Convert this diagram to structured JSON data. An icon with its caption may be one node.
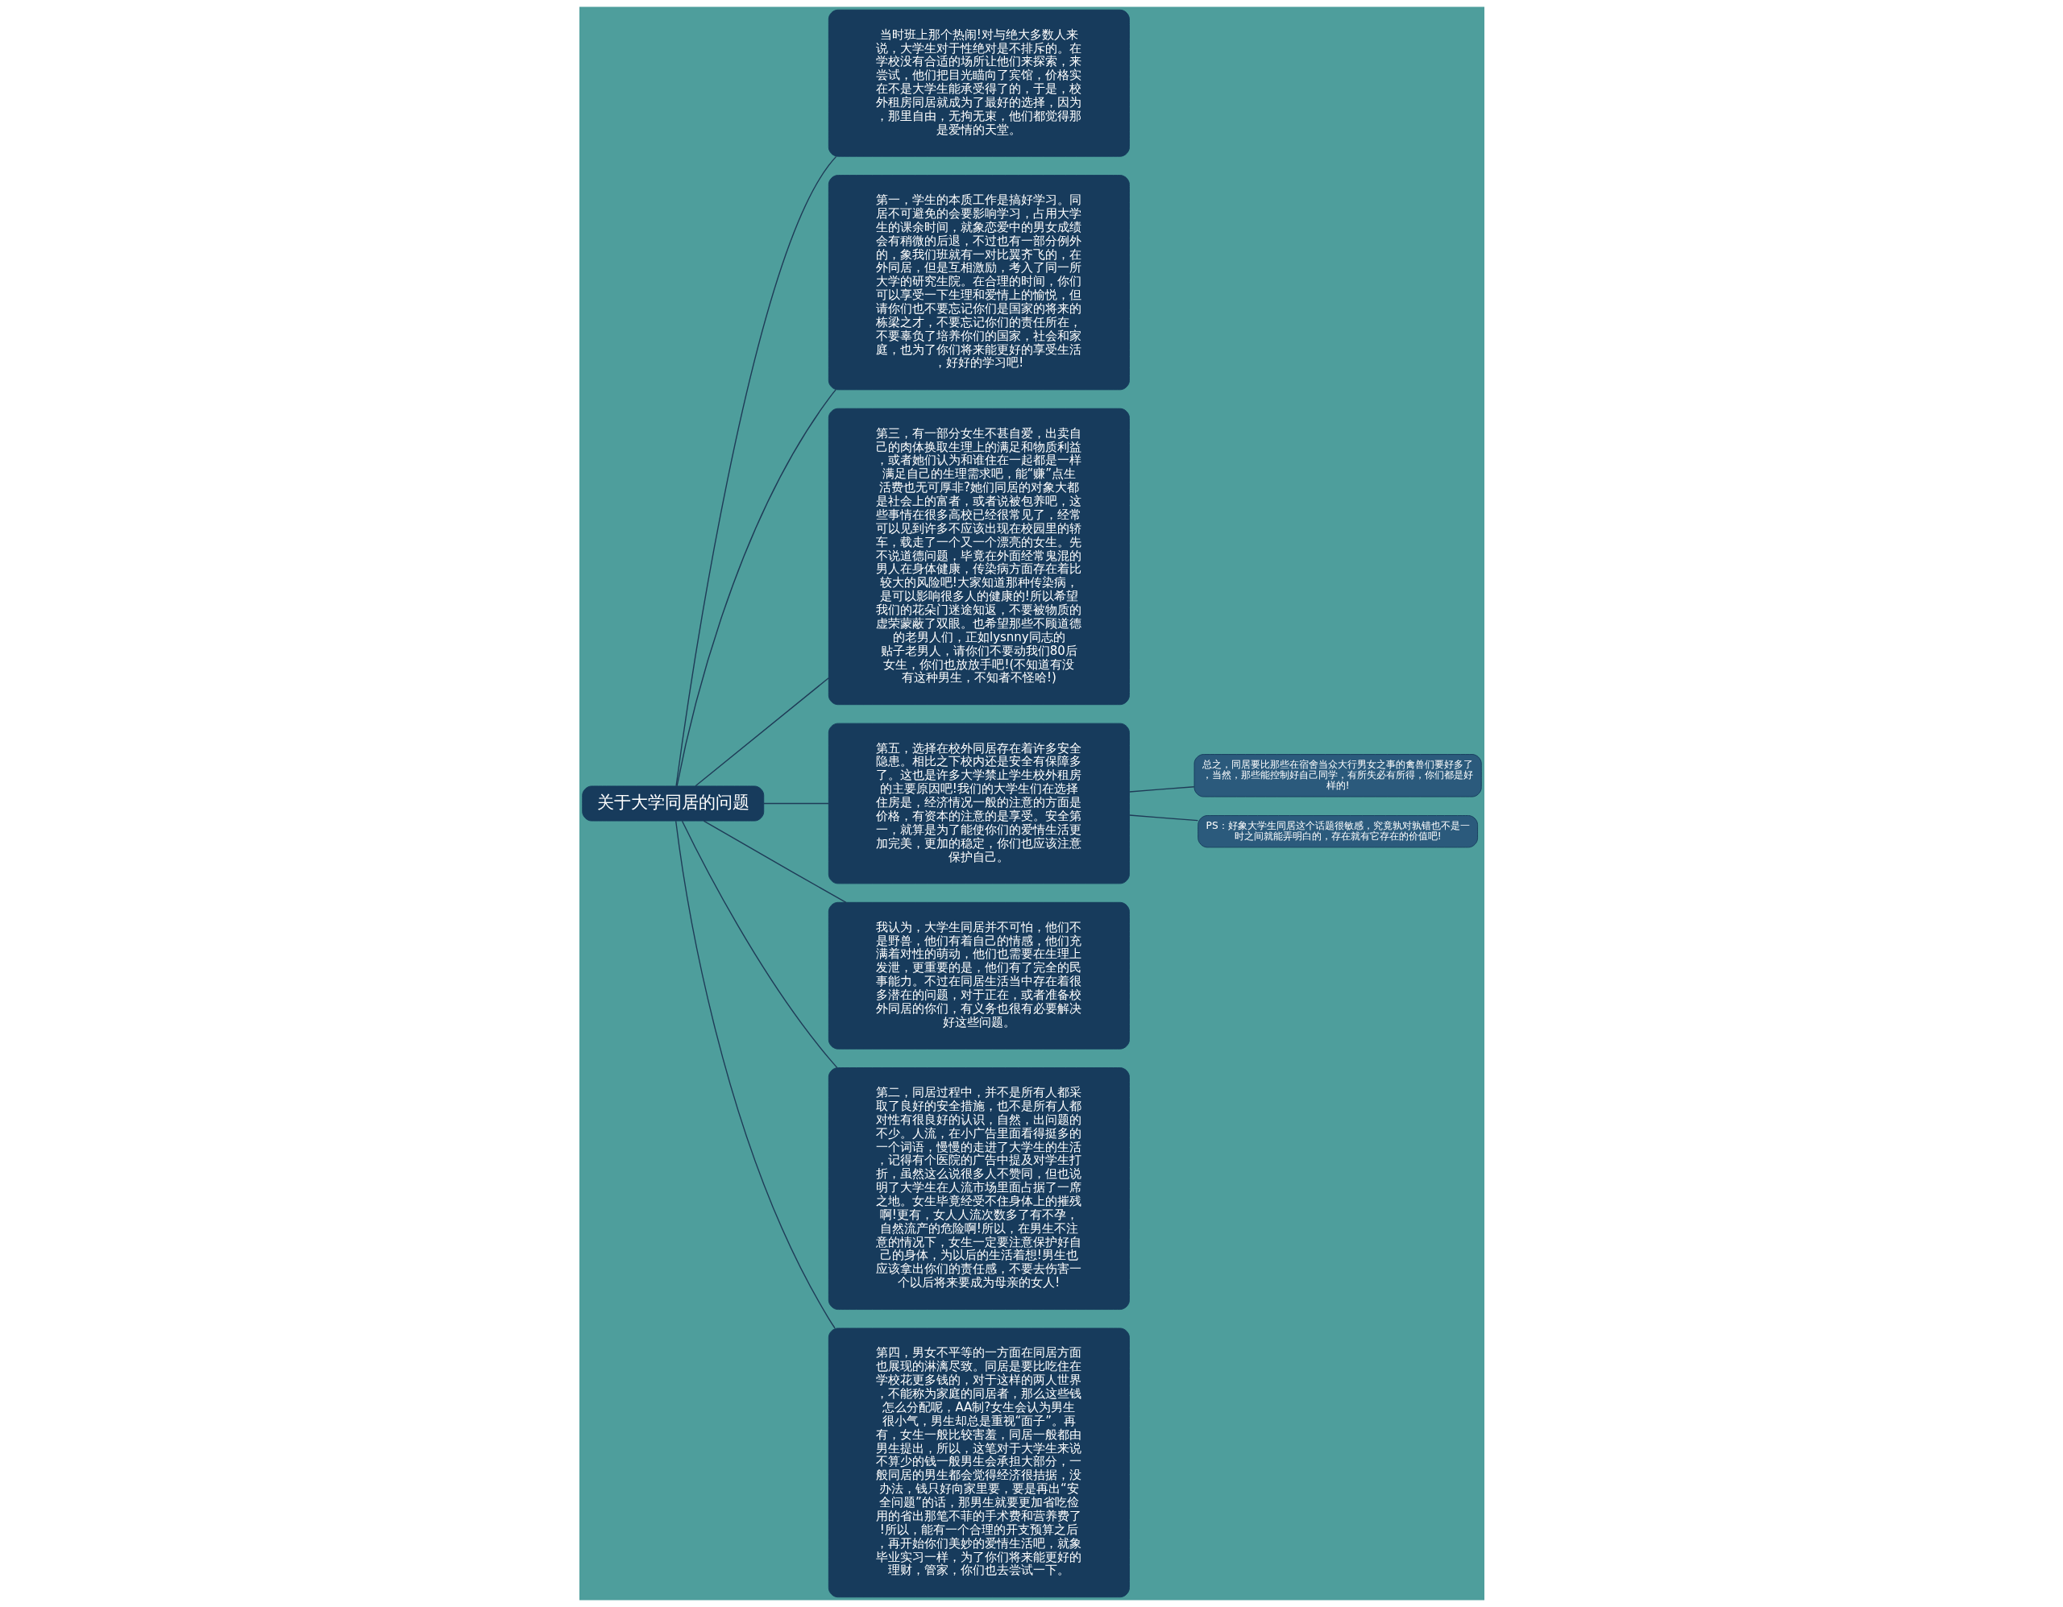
{
  "diagram": {
    "nodes": [
      {
        "text": [
          "关于大学同居的问题"
        ]
      },
      {
        "text": [
          "当时班上那个热闹!对与绝大多数人来说，大学生对于性绝对是不排斥的。在学校没有合适的场所让他们来探索，来尝试，他们把目光瞄向了宾馆，价格实在不是大学生能承受得了的，于是，校外租房同居就成为了最好的选择，因为，那里自由，无拘无束，他们都觉得那是爱情的天堂。"
        ]
      },
      {
        "text": [
          "第一，学生的本质工作是搞好学习。同居不可避免的会要影响学习，占用大学生的课余时间，就象恋爱中的男女成绩会有稍微的后退，不过也有一部分例外的，象我们班就有一对比翼齐飞的，在外同居，但是互相激励，考入了同一所大学的研究生院。在合理的时间，你们可以享受一下生理和爱情上的愉悦，但请你们也不要忘记你们是国家的将来的栋梁之才，不要忘记你们的责任所在，不要辜负了培养你们的国家，社会和家庭，也为了你们将来能更好的享受生活，好好的学习吧!"
        ]
      },
      {
        "text": [
          "第三，有一部分女生不甚自爱，出卖自己的肉体换取生理上的满足和物质利益，或者她们认为和谁住在一起都是一样满足自己的生理需求吧，能“赚”点生活费也无可厚非?她们同居的对象大都是社会上的富者，或者说被包养吧，这些事情在很多高校已经很常见了，经常可以见到许多不应该出现在校园里的轿车，载走了一个又一个漂亮的女生。先不说道德问题，毕竟在外面经常鬼混的男人在身体健康，传染病方面存在着比较大的风险吧!大家知道那种传染病，是可以影响很多人的健康的!所以希望我们的花朵门迷途知返，不要被物质的虚荣蒙蔽了双眼。也希望那些不顾道德的老男人们，正如lysnny同志的贴子老男人，请你们不要动我们80后女生，你们也放放手吧!(不知道有没有这种男生，不知者不怪哈!)"
        ]
      },
      {
        "text": [
          "第五，选择在校外同居存在着许多安全隐患。相比之下校内还是安全有保障多了。这也是许多大学禁止学生校外租房的主要原因吧!我们的大学生们在选择住房是，经济情况一般的注意的方面是价格，有资本的注意的是享受。安全第一，就算是为了能使你们的爱情生活更加完美，更加的稳定，你们也应该注意保护自己。"
        ]
      },
      {
        "text": [
          "总之，同居要比那些在宿舍当众大行男女之事的禽兽们要好多了，当然，那些能控制好自己同学，有所失必有所得，你们都是好样的!"
        ]
      },
      {
        "text": [
          "PS：好象大学生同居这个话题很敏感，究竟孰对孰错也不是一时之间就能弄明白的，存在就有它存在的价值吧!"
        ]
      },
      {
        "text": [
          "我认为，大学生同居并不可怕，他们不是野兽，他们有着自己的情感，他们充满着对性的萌动，他们也需要在生理上发泄，更重要的是，他们有了完全的民事能力。不过在同居生活当中存在着很多潜在的问题，对于正在，或者准备校外同居的你们，有义务也很有必要解决好这些问题。"
        ]
      },
      {
        "text": [
          "第二，同居过程中，并不是所有人都采取了良好的安全措施，也不是所有人都对性有很良好的认识，自然，出问题的不少。人流，在小广告里面看得挺多的一个词语，慢慢的走进了大学生的生活，记得有个医院的广告中提及对学生打折，虽然这么说很多人不赞同，但也说明了大学生在人流市场里面占据了一席之地。女生毕竟经受不住身体上的摧残啊!更有，女人人流次数多了有不孕，自然流产的危险啊!所以，在男生不注意的情况下，女生一定要注意保护好自己的身体，为以后的生活着想!男生也应该拿出你们的责任感，不要去伤害一个以后将来要成为母亲的女人!"
        ]
      },
      {
        "text": [
          "第四，男女不平等的一方面在同居方面也展现的淋漓尽致。同居是要比吃住在学校花更多钱的，对于这样的两人世界，不能称为家庭的同居者，那么这些钱怎么分配呢，AA制?女生会认为男生很小气，男生却总是重视“面子”。再有，女生一般比较害羞，同居一般都由男生提出，所以，这笔对于大学生来说不算少的钱一般男生会承担大部分，一般同居的男生都会觉得经济很拮据，没办法，钱只好向家里要，要是再出“安全问题”的话，那男生就要更加省吃俭用的省出那笔不菲的手术费和营养费了!所以，能有一个合理的开支预算之后，再开始你们美妙的爱情生活吧，就象毕业实习一样，为了你们将来能更好的理财，管家，你们也去尝试一下。"
        ]
      }
    ],
    "edges": [
      {
        "from": 0,
        "to": 1,
        "arrow": "none"
      },
      {
        "from": 0,
        "to": 2,
        "arrow": "none"
      },
      {
        "from": 0,
        "to": 3,
        "arrow": "none"
      },
      {
        "from": 0,
        "to": 4,
        "arrow": "none"
      },
      {
        "from": 4,
        "to": 5,
        "arrow": "none"
      },
      {
        "from": 4,
        "to": 6,
        "arrow": "none"
      },
      {
        "from": 0,
        "to": 7,
        "arrow": "none"
      },
      {
        "from": 0,
        "to": 8,
        "arrow": "none"
      },
      {
        "from": 0,
        "to": 9,
        "arrow": "none"
      }
    ]
  }
}
